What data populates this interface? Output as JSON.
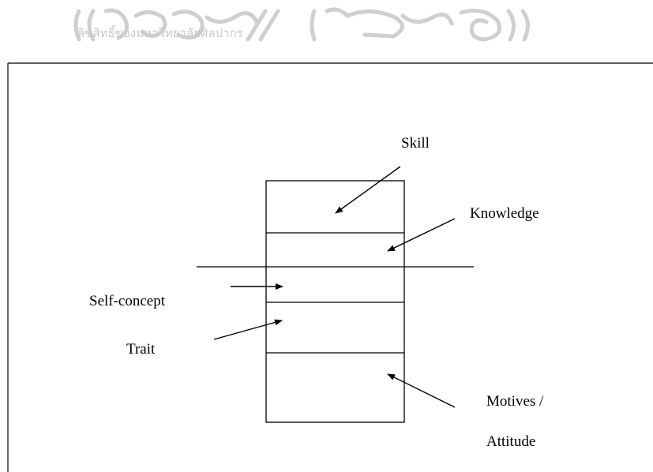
{
  "watermark": {
    "text": "ลิขสิทธิ์ของมหาวิทยาลัยศิลปากร",
    "color": "#c9c9c9"
  },
  "labels": {
    "skill": "Skill",
    "knowledge": "Knowledge",
    "self_concept": "Self-concept",
    "trait": "Trait",
    "motives_line1": "Motives /",
    "motives_line2": "Attitude"
  },
  "colors": {
    "line": "#000000",
    "background": "#ffffff"
  }
}
